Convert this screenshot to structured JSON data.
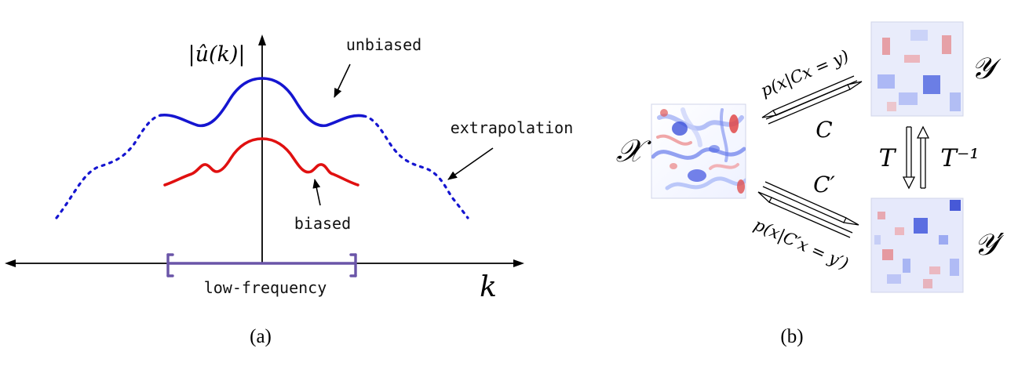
{
  "panel_a": {
    "caption": "(a)",
    "y_label": "|û(k)|",
    "x_label": "k",
    "labels": {
      "unbiased": "unbiased",
      "biased": "biased",
      "extrapolation": "extrapolation",
      "low_frequency": "low-frequency"
    },
    "colors": {
      "unbiased": "#1515d0",
      "biased": "#e01010",
      "extrapolation": "#1515d0",
      "bracket": "#6a55a8",
      "axis": "#000000"
    }
  },
  "panel_b": {
    "caption": "(b)",
    "nodes": {
      "x": "𝒳",
      "y": "𝒴",
      "y_prime": "𝒴′"
    },
    "arrows": {
      "top_condition": "p(x|Cx = y)",
      "top_map": "C",
      "bottom_map": "C′",
      "bottom_condition": "p(x|C′x = y′)",
      "down_map": "T",
      "up_map": "T⁻¹"
    },
    "colors": {
      "red": "#e03030",
      "blue": "#2040d8",
      "background": "#ffffff"
    }
  }
}
